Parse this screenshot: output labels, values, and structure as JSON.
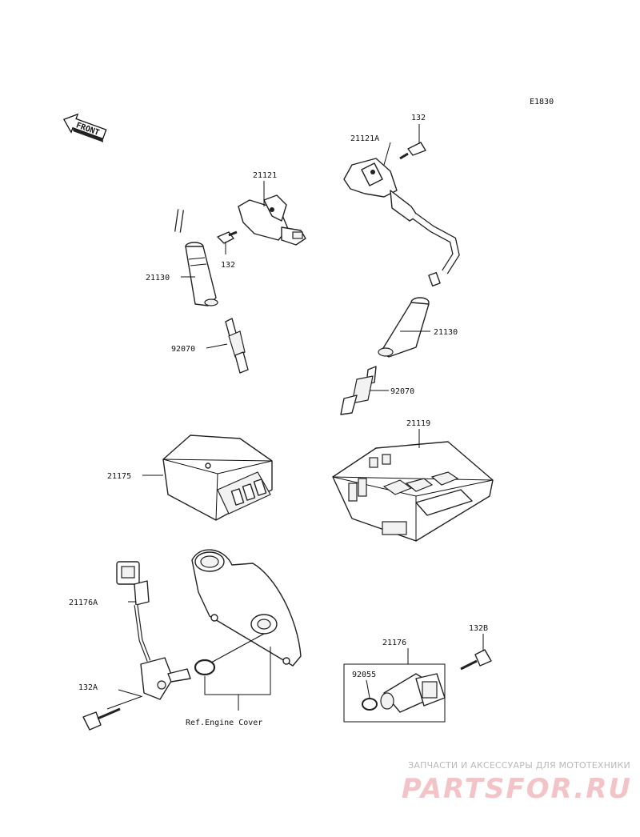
{
  "diagram_code": "E1830",
  "front_label": "FRONT",
  "callouts": {
    "c_21121": "21121",
    "c_132_left": "132",
    "c_21130_left": "21130",
    "c_92070_left": "92070",
    "c_132_right": "132",
    "c_21121A": "21121A",
    "c_21130_right": "21130",
    "c_92070_right": "92070",
    "c_21175": "21175",
    "c_21119": "21119",
    "c_21176A": "21176A",
    "c_132A": "132A",
    "c_ref_engine_cover": "Ref.Engine Cover",
    "c_21176": "21176",
    "c_132B": "132B",
    "c_92055": "92055"
  },
  "watermark": {
    "tagline": "ЗАПЧАСТИ И АКСЕССУАРЫ ДЛЯ МОТОТЕХНИКИ",
    "logo": "PARTSFOR.RU"
  }
}
